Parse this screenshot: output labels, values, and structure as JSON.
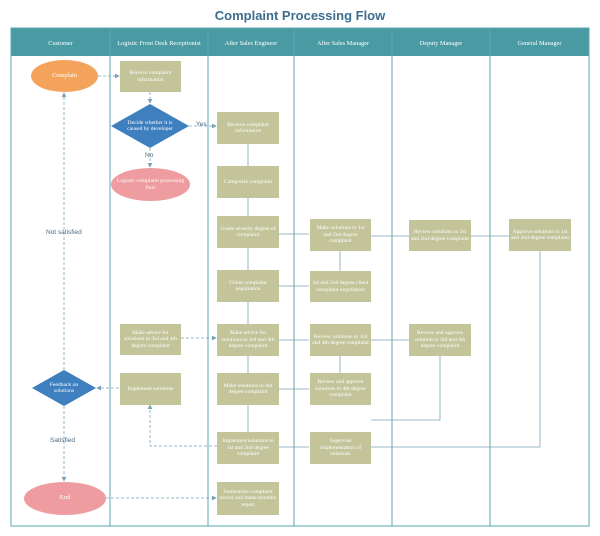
{
  "title": "Complaint Processing Flow",
  "lanes": [
    "Customer",
    "Logistic Front Desk Receptionist",
    "After Sales Engineer",
    "After Sales Manager",
    "Deputy Manager",
    "General Manager"
  ],
  "nodes": {
    "complain": "Complain",
    "receive_info_front": "Receive complaint information",
    "decide_developer": "Decide whether it is caused by developer",
    "logistic_flow": "Logistic complaint processing flow",
    "receive_info_engineer": "Receive complaint information",
    "categorize": "Categorize complaint",
    "grade_severity": "Grade severity degree of complaint",
    "client_negotiation": "Client complaint negotiation",
    "make_solutions_12": "Make solutions to 1st and 2nd degree complaint",
    "negotiation_12": "1st and 2nd degree client complaint negotiation",
    "review_solutions_12": "Review solutions to 1st and 2nd degree complaint",
    "approve_solutions_12": "Approve solutions to 1st and 2nd degree complaint",
    "make_advice_front": "Make advice for solutions to 3rd and 4th degree complaint",
    "make_advice_engineer": "Make advice for solutions to 3rd and 4th degree complaint",
    "review_solutions_34": "Review solutions to 3rd and 4th degree complaint",
    "review_approve_34_deputy": "Review and approve solution to 3rd and 4th degree complaint",
    "feedback": "Feedback on solutions",
    "implement_solutions": "Implement solutions",
    "make_solutions_4": "Make solutions to 4th degree complaint",
    "review_approve_4": "Review and approve solutions to 4th degree complaint",
    "implement_solutions_12": "Implement solutions to 1st and 2nd degree complaint",
    "supervise": "Supervise implementation of solutions",
    "end": "End",
    "summarize": "Summarize complaint record and make monthly report"
  },
  "edge_labels": {
    "yes": "Yes",
    "no": "No",
    "not_satisfied": "Not satisfied",
    "satisfied": "Satisfied"
  },
  "colors": {
    "header": "#4a9aa4",
    "lane_border": "#5aa7b0",
    "process": "#c3c49a",
    "decision": "#3d7fbf",
    "start": "#f4a35c",
    "terminal": "#ee9c9f",
    "arrow": "#7aa3b8",
    "title": "#3d6d8e"
  }
}
